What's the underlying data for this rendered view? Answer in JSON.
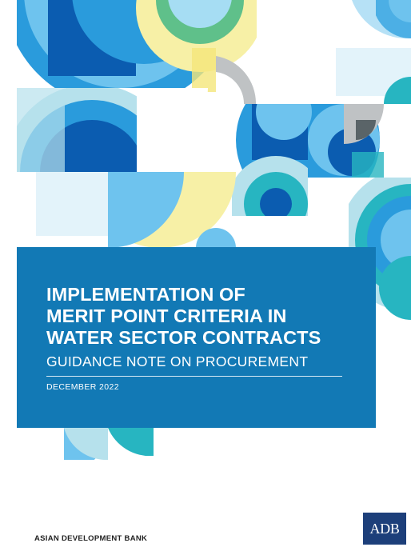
{
  "cover": {
    "title_lines": [
      "IMPLEMENTATION OF",
      "MERIT POINT CRITERIA IN",
      "WATER SECTOR CONTRACTS"
    ],
    "subtitle": "GUIDANCE NOTE ON PROCUREMENT",
    "date": "DECEMBER 2022"
  },
  "footer": {
    "publisher": "ASIAN DEVELOPMENT BANK",
    "logo_text": "ADB"
  },
  "colors": {
    "panel_blue": "#1279b5",
    "logo_navy": "#1d3f7a",
    "accent_light_blue": "#6ec3ee",
    "accent_mid_blue": "#2a9bdc",
    "accent_dark_blue": "#0b5cb0",
    "accent_teal": "#27b5c1",
    "accent_yellow": "#f7f0a6",
    "accent_grey": "#bfc2c4",
    "accent_green": "#5fc08a"
  }
}
